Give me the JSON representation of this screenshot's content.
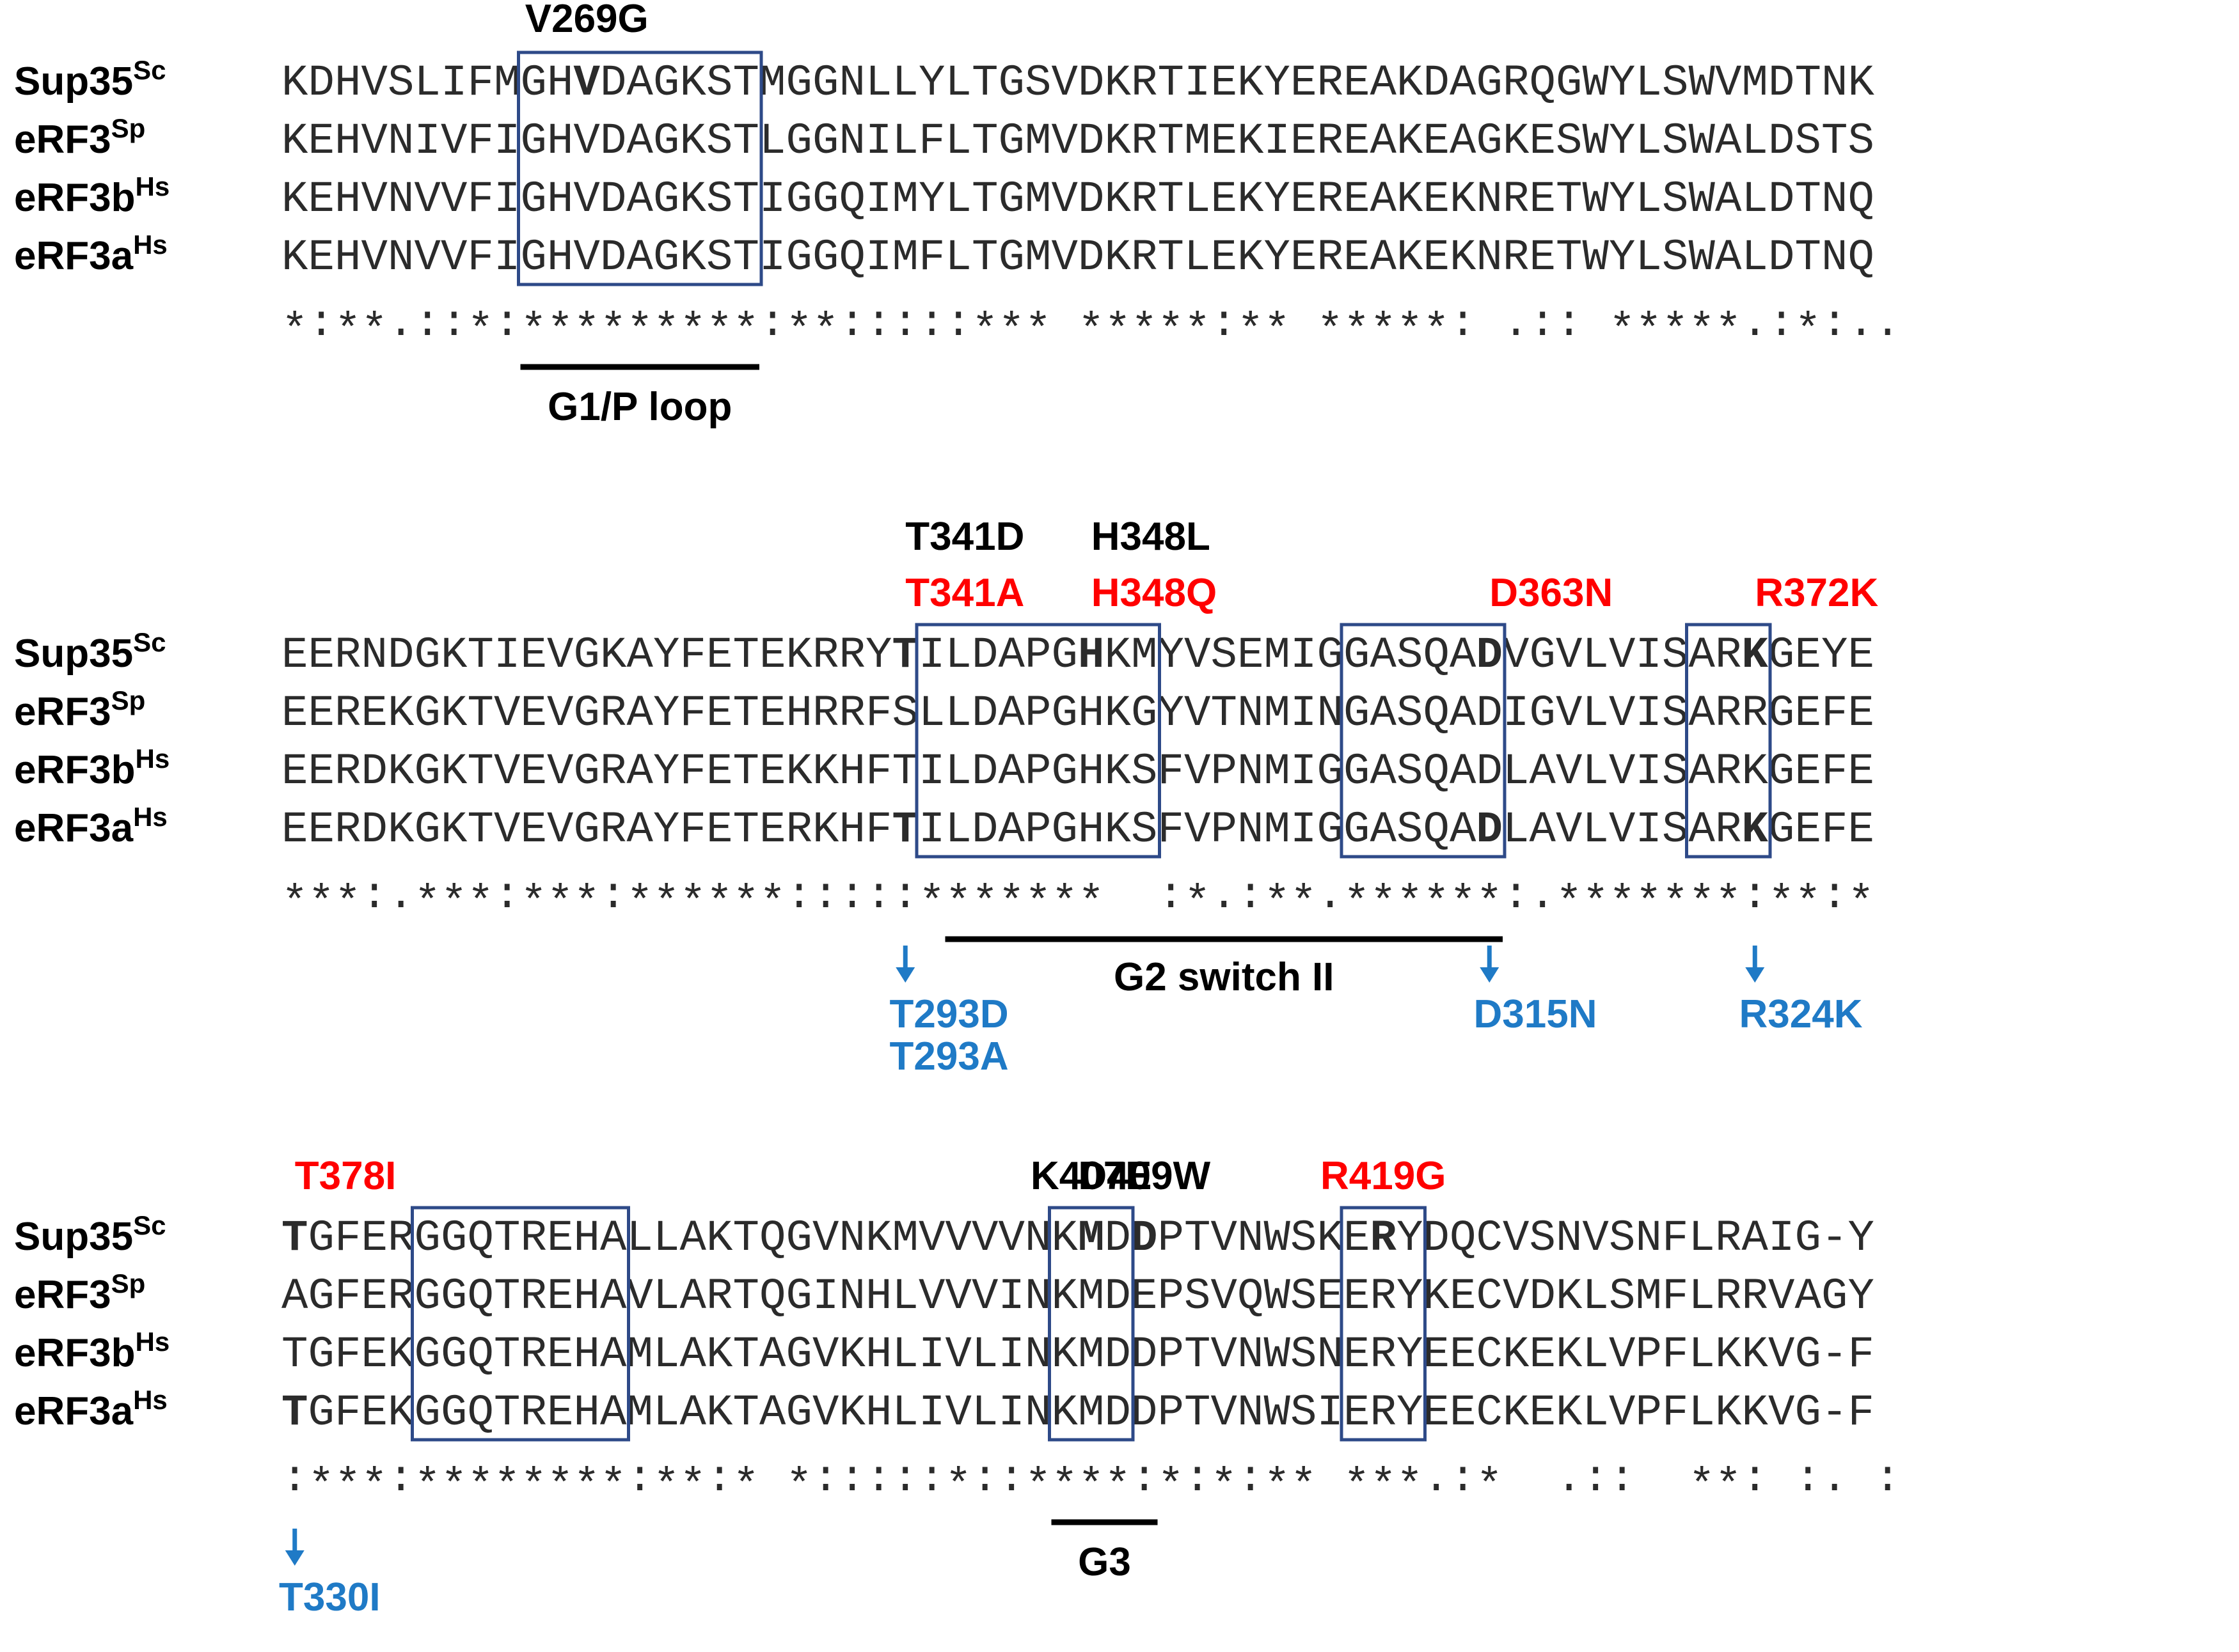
{
  "colors": {
    "box": "#2e4a88",
    "red": "#ff0000",
    "blue": "#1f7ac6",
    "text": "#2b2b2b",
    "black": "#000000"
  },
  "species": [
    {
      "name": "Sup35",
      "sup": "Sc"
    },
    {
      "name": "eRF3",
      "sup": "Sp"
    },
    {
      "name": "eRF3b",
      "sup": "Hs"
    },
    {
      "name": "eRF3a",
      "sup": "Hs"
    }
  ],
  "blocks": [
    {
      "sequences": [
        "KDHVSLIFMGHVDAGKSTMGGNLLYLTGSVDKRTIEKYEREAKDAGRQGWYLSWVMDTNK",
        "KEHVNIVFIGHVDAGKSTLGGNILFLTGMVDKRTMEKIEREAKEAGKESWYLSWALDSTS",
        "KEHVNVVFIGHVDAGKSTIGGQIMYLTGMVDKRTLEKYEREAKEKNRETWYLSWALDTNQ",
        "KEHVNVVFIGHVDAGKSTIGGQIMFLTGMVDKRTLEKYEREAKEKNRETWYLSWALDTNQ"
      ],
      "consensus": "*:**.::*:*********:**:::::*** *****:** *****: .:: *****.:*:..",
      "highlights": [
        {
          "row": 0,
          "col": 11,
          "color": "black"
        }
      ],
      "boxes": [
        {
          "start": 9,
          "end": 17
        }
      ],
      "regions": [
        {
          "start": 9,
          "end": 17,
          "label": "G1/P loop"
        }
      ],
      "mutations_top": [
        {
          "col": 11,
          "labels": [
            {
              "text": "V269G",
              "color": "black"
            }
          ]
        }
      ],
      "mutations_bottom": []
    },
    {
      "sequences": [
        "EERNDGKTIEVGKAYFETEKRRYTILDAPGHKMYVSEMIGGASQADVGVLVISARKGEYE",
        "EEREKGKTVEVGRAYFETEHRRFSLLDAPGHKGYVTNMINGASQADIGVLVISARRGEFE",
        "EERDKGKTVEVGRAYFETEKKHFTILDAPGHKSFVPNMIGGASQADLAVLVISARKGEFE",
        "EERDKGKTVEVGRAYFETERKHFTILDAPGHKSFVPNMIGGASQADLAVLVISARKGEFE"
      ],
      "consensus": "***:.***:***:******:::::*******  :*.:**.******:.*******:**:*",
      "highlights": [
        {
          "row": 0,
          "col": 23,
          "color": "black"
        },
        {
          "row": 0,
          "col": 30,
          "color": "black"
        },
        {
          "row": 0,
          "col": 45,
          "color": "black"
        },
        {
          "row": 0,
          "col": 55,
          "color": "black"
        },
        {
          "row": 3,
          "col": 23,
          "color": "blue"
        },
        {
          "row": 3,
          "col": 45,
          "color": "blue"
        },
        {
          "row": 3,
          "col": 55,
          "color": "blue"
        }
      ],
      "boxes": [
        {
          "start": 24,
          "end": 32
        },
        {
          "start": 40,
          "end": 45
        },
        {
          "start": 53,
          "end": 55
        }
      ],
      "regions": [
        {
          "start": 25,
          "end": 45,
          "label": "G2 switch II"
        }
      ],
      "mutations_top": [
        {
          "col": 23,
          "labels": [
            {
              "text": "T341D",
              "color": "black"
            },
            {
              "text": "T341A",
              "color": "red"
            }
          ]
        },
        {
          "col": 30,
          "labels": [
            {
              "text": "H348L",
              "color": "black"
            },
            {
              "text": "H348Q",
              "color": "red"
            }
          ]
        },
        {
          "col": 45,
          "labels": [
            {
              "text": "D363N",
              "color": "red"
            }
          ]
        },
        {
          "col": 55,
          "labels": [
            {
              "text": "R372K",
              "color": "red"
            }
          ]
        }
      ],
      "mutations_bottom": [
        {
          "col": 23,
          "labels": [
            "T293D",
            "T293A"
          ]
        },
        {
          "col": 45,
          "labels": [
            "D315N"
          ]
        },
        {
          "col": 55,
          "labels": [
            "R324K"
          ]
        }
      ]
    },
    {
      "sequences": [
        "TGFERGGQTREHALLAKTQGVNKMVVVVNKMDDPTVNWSKERYDQCVSNVSNFLRAIG-Y",
        "AGFERGGQTREHAVLARTQGINHLVVVINKMDEPSVQWSEERYKECVDKLSMFLRRVAGY",
        "TGFEKGGQTREHAMLAKTAGVKHLIVLINKMDDPTVNWSNERYEECKEKLVPFLKKVG-F",
        "TGFEKGGQTREHAMLAKTAGVKHLIVLINKMDDPTVNWSIERYEECKEKLVPFLKKVG-F"
      ],
      "consensus": ":***:********:**:* *:::::*::****:*:*:** ***.:*  .::  **: :. :",
      "highlights": [
        {
          "row": 0,
          "col": 0,
          "color": "black"
        },
        {
          "row": 0,
          "col": 30,
          "color": "black"
        },
        {
          "row": 0,
          "col": 32,
          "color": "black"
        },
        {
          "row": 0,
          "col": 41,
          "color": "black"
        },
        {
          "row": 3,
          "col": 0,
          "color": "blue"
        }
      ],
      "boxes": [
        {
          "start": 5,
          "end": 12
        },
        {
          "start": 29,
          "end": 31
        },
        {
          "start": 40,
          "end": 42
        }
      ],
      "regions": [
        {
          "start": 29,
          "end": 32,
          "label": "G3"
        }
      ],
      "mutations_top": [
        {
          "col": 0,
          "labels": [
            {
              "text": "T378I",
              "color": "red"
            }
          ]
        },
        {
          "col": 30,
          "labels": [
            {
              "text": "K407E",
              "color": "black"
            }
          ]
        },
        {
          "col": 32,
          "labels": [
            {
              "text": "D409W",
              "color": "black"
            }
          ]
        },
        {
          "col": 41,
          "labels": [
            {
              "text": "R419G",
              "color": "red"
            }
          ]
        }
      ],
      "mutations_bottom": [
        {
          "col": 0,
          "labels": [
            "T330I"
          ]
        }
      ]
    }
  ]
}
